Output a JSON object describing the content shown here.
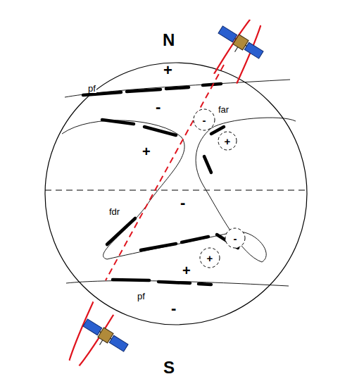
{
  "diagram": {
    "nodes": [
      {
        "text": [
          "-"
        ]
      },
      {
        "text": [
          "+"
        ]
      },
      {
        "text": [
          "-"
        ]
      },
      {
        "text": [
          "+"
        ]
      }
    ],
    "labels": [
      "N",
      "pf",
      "+",
      "-",
      "far",
      "+",
      "fdr",
      "-",
      "+",
      "pf",
      "-",
      "S"
    ]
  }
}
